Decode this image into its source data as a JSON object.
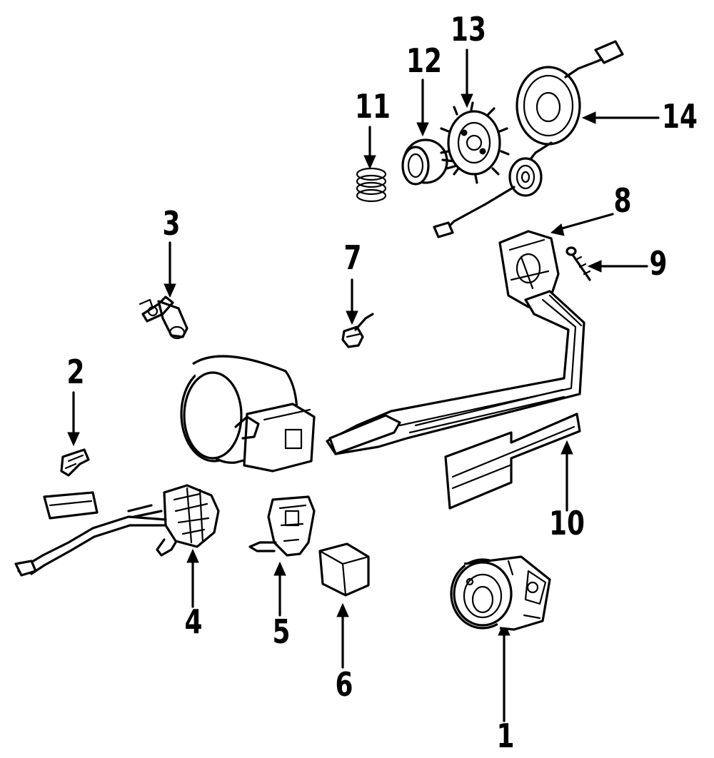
{
  "callouts": [
    {
      "id": "1",
      "text": "1"
    },
    {
      "id": "2",
      "text": "2"
    },
    {
      "id": "3",
      "text": "3"
    },
    {
      "id": "4",
      "text": "4"
    },
    {
      "id": "5",
      "text": "5"
    },
    {
      "id": "6",
      "text": "6"
    },
    {
      "id": "7",
      "text": "7"
    },
    {
      "id": "8",
      "text": "8"
    },
    {
      "id": "9",
      "text": "9"
    },
    {
      "id": "10",
      "text": "10"
    },
    {
      "id": "11",
      "text": "11"
    },
    {
      "id": "12",
      "text": "12"
    },
    {
      "id": "13",
      "text": "13"
    },
    {
      "id": "14",
      "text": "14"
    }
  ],
  "colors": {
    "ink": "#000000",
    "paper": "#ffffff",
    "shade": "#d9d9d9"
  }
}
